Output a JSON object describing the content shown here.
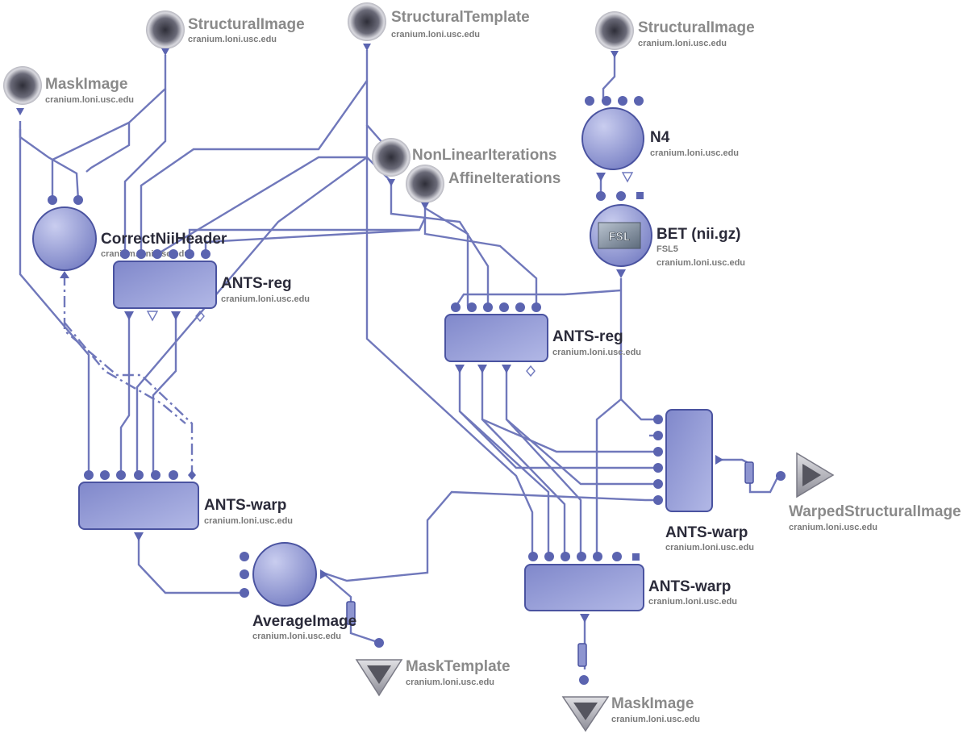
{
  "io_nodes": {
    "structural_image_1": {
      "label": "StructuralImage",
      "host": "cranium.loni.usc.edu"
    },
    "structural_template": {
      "label": "StructuralTemplate",
      "host": "cranium.loni.usc.edu"
    },
    "structural_image_2": {
      "label": "StructuralImage",
      "host": "cranium.loni.usc.edu"
    },
    "mask_image_in": {
      "label": "MaskImage",
      "host": "cranium.loni.usc.edu"
    },
    "nonlinear_iterations": {
      "label": "NonLinearIterations"
    },
    "affine_iterations": {
      "label": "AffineIterations"
    },
    "warped_structural_image": {
      "label": "WarpedStructuralImage",
      "host": "cranium.loni.usc.edu"
    },
    "mask_template": {
      "label": "MaskTemplate",
      "host": "cranium.loni.usc.edu"
    },
    "mask_image_out": {
      "label": "MaskImage",
      "host": "cranium.loni.usc.edu"
    }
  },
  "modules": {
    "n4": {
      "label": "N4",
      "host": "cranium.loni.usc.edu"
    },
    "bet": {
      "label": "BET (nii.gz)",
      "sub": "FSL5",
      "host": "cranium.loni.usc.edu",
      "icon_text": "FSL"
    },
    "correct_nii_header": {
      "label": "CorrectNiiHeader",
      "host": "cranium.loni.usc.edu"
    },
    "ants_reg_1": {
      "label": "ANTS-reg",
      "host": "cranium.loni.usc.edu"
    },
    "ants_reg_2": {
      "label": "ANTS-reg",
      "host": "cranium.loni.usc.edu"
    },
    "ants_warp_1": {
      "label": "ANTS-warp",
      "host": "cranium.loni.usc.edu"
    },
    "ants_warp_2": {
      "label": "ANTS-warp",
      "host": "cranium.loni.usc.edu"
    },
    "ants_warp_3": {
      "label": "ANTS-warp",
      "host": "cranium.loni.usc.edu"
    },
    "average_image": {
      "label": "AverageImage",
      "host": "cranium.loni.usc.edu"
    }
  }
}
